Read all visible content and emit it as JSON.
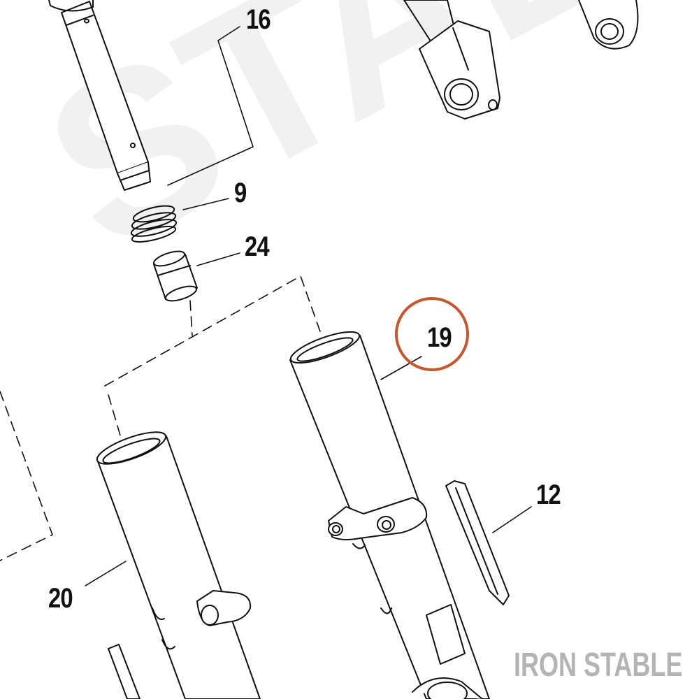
{
  "watermark_text": "IRON STABLE",
  "background_watermark_text": "STABLE",
  "highlight_color": "#c8552b",
  "callouts": {
    "c16": "16",
    "c9": "9",
    "c24": "24",
    "c19": "19",
    "c12": "12",
    "c20": "20"
  },
  "highlighted_callout": "19"
}
